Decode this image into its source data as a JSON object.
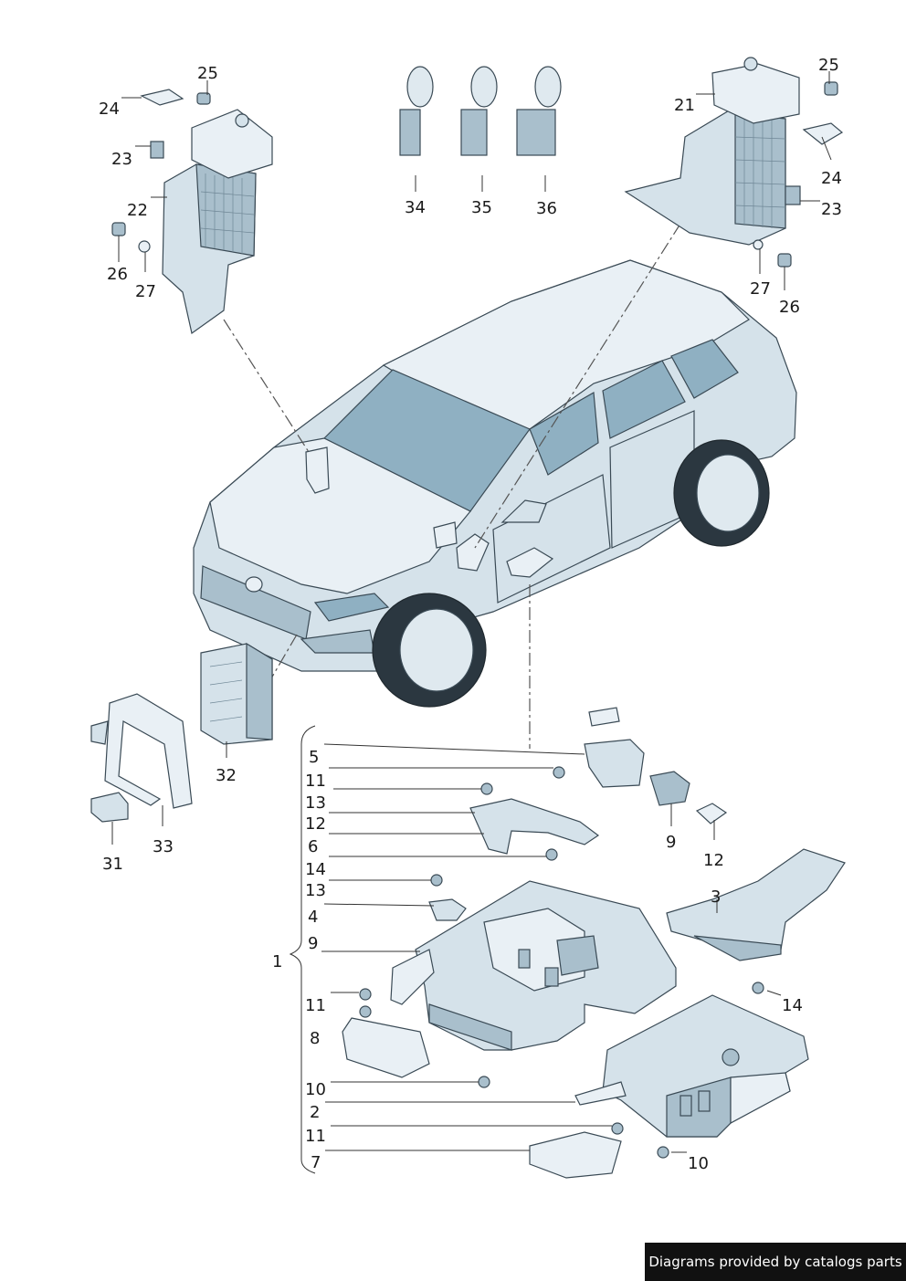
{
  "callouts": [
    {
      "id": "c25a",
      "label": "25"
    },
    {
      "id": "c24a",
      "label": "24"
    },
    {
      "id": "c23a",
      "label": "23"
    },
    {
      "id": "c22",
      "label": "22"
    },
    {
      "id": "c26a",
      "label": "26"
    },
    {
      "id": "c27a",
      "label": "27"
    },
    {
      "id": "c34",
      "label": "34"
    },
    {
      "id": "c35",
      "label": "35"
    },
    {
      "id": "c36",
      "label": "36"
    },
    {
      "id": "c25b",
      "label": "25"
    },
    {
      "id": "c21",
      "label": "21"
    },
    {
      "id": "c24b",
      "label": "24"
    },
    {
      "id": "c23b",
      "label": "23"
    },
    {
      "id": "c27b",
      "label": "27"
    },
    {
      "id": "c26b",
      "label": "26"
    },
    {
      "id": "c32",
      "label": "32"
    },
    {
      "id": "c31",
      "label": "31"
    },
    {
      "id": "c33",
      "label": "33"
    },
    {
      "id": "c5",
      "label": "5"
    },
    {
      "id": "c11a",
      "label": "11"
    },
    {
      "id": "c13a",
      "label": "13"
    },
    {
      "id": "c12a",
      "label": "12"
    },
    {
      "id": "c6",
      "label": "6"
    },
    {
      "id": "c14a",
      "label": "14"
    },
    {
      "id": "c13b",
      "label": "13"
    },
    {
      "id": "c4",
      "label": "4"
    },
    {
      "id": "c9a",
      "label": "9"
    },
    {
      "id": "c1",
      "label": "1"
    },
    {
      "id": "c11b",
      "label": "11"
    },
    {
      "id": "c8",
      "label": "8"
    },
    {
      "id": "c10a",
      "label": "10"
    },
    {
      "id": "c2",
      "label": "2"
    },
    {
      "id": "c11c",
      "label": "11"
    },
    {
      "id": "c7",
      "label": "7"
    },
    {
      "id": "c9b",
      "label": "9"
    },
    {
      "id": "c12b",
      "label": "12"
    },
    {
      "id": "c3",
      "label": "3"
    },
    {
      "id": "c14b",
      "label": "14"
    },
    {
      "id": "c10b",
      "label": "10"
    }
  ],
  "banner": {
    "text": "Diagrams provided by catalogs parts"
  },
  "colors": {
    "part_fill": "#d5e2ea",
    "part_dark": "#a9bfcc",
    "glass": "#8fb0c2",
    "outline": "#3a4a55",
    "banner_bg": "#111111"
  }
}
